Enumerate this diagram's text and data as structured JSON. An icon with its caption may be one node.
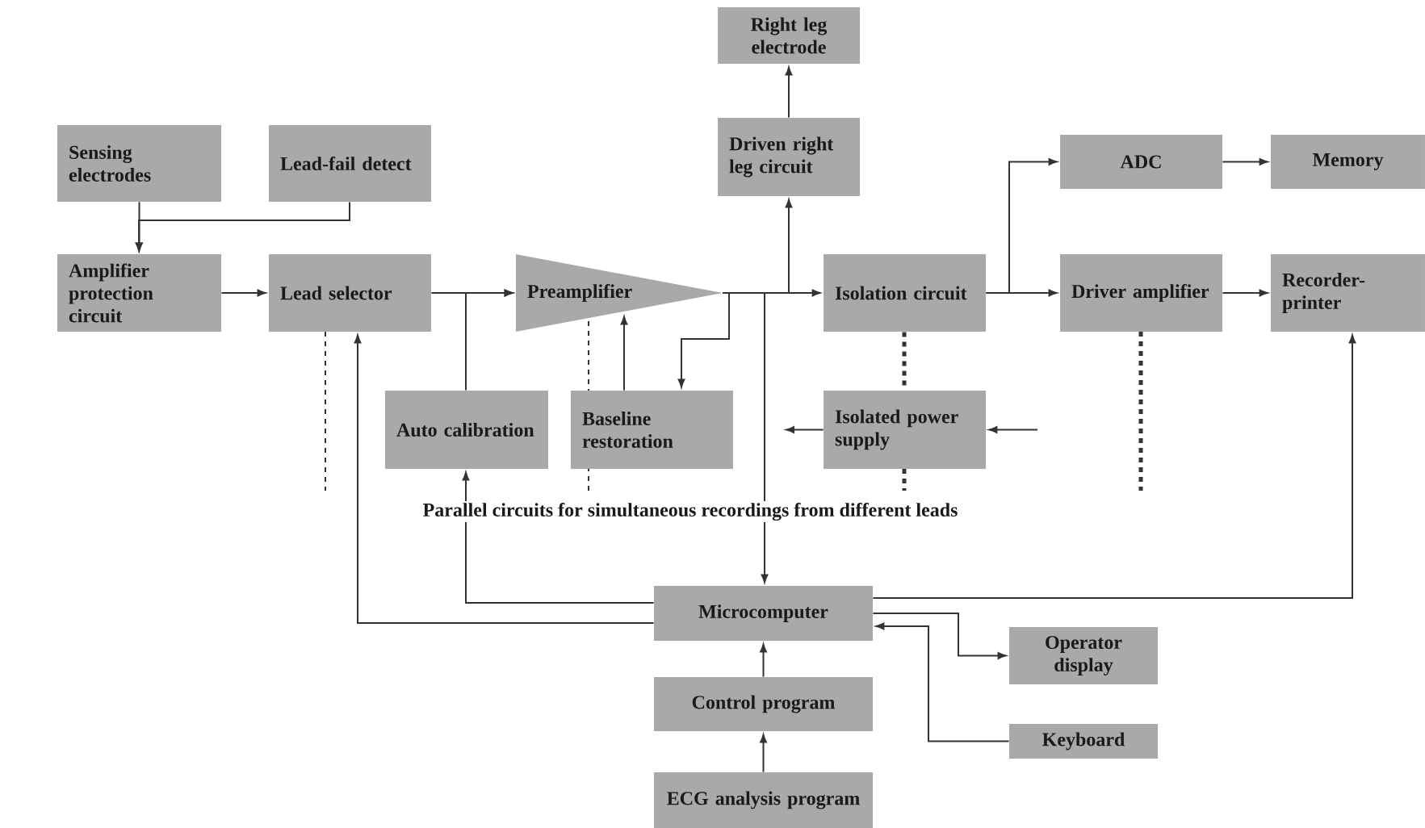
{
  "diagram": {
    "nodes": [
      {
        "text": [
          "Sensing electrodes"
        ]
      },
      {
        "text": [
          "Lead-fail detect"
        ]
      },
      {
        "text": [
          "Amplifier protection circuit"
        ]
      },
      {
        "text": [
          "Lead selector"
        ]
      },
      {
        "text": [
          "Preamplifier"
        ]
      },
      {
        "text": [
          "Right leg electrode"
        ]
      },
      {
        "text": [
          "Driven right leg circuit"
        ]
      },
      {
        "text": [
          "Isolation circuit"
        ]
      },
      {
        "text": [
          "ADC"
        ]
      },
      {
        "text": [
          "Memory"
        ]
      },
      {
        "text": [
          "Driver amplifier"
        ]
      },
      {
        "text": [
          "Recorder- printer"
        ]
      },
      {
        "text": [
          "Auto calibration"
        ]
      },
      {
        "text": [
          "Baseline restoration"
        ]
      },
      {
        "text": [
          "Isolated power supply"
        ]
      },
      {
        "text": [
          "Microcomputer"
        ]
      },
      {
        "text": [
          "Operator display"
        ]
      },
      {
        "text": [
          "Control program"
        ]
      },
      {
        "text": [
          "Keyboard"
        ]
      },
      {
        "text": [
          "ECG analysis program"
        ]
      }
    ],
    "edges": [
      {
        "from": 0,
        "to": 2,
        "arrow": "to"
      },
      {
        "from": 1,
        "to": 2,
        "arrow": "to"
      },
      {
        "from": 2,
        "to": 3,
        "arrow": "to"
      },
      {
        "from": 3,
        "to": 4,
        "arrow": "to"
      },
      {
        "from": 12,
        "to": 4,
        "arrow": "to"
      },
      {
        "from": 13,
        "to": 4,
        "arrow": "to"
      },
      {
        "from": 4,
        "to": 13,
        "arrow": "to"
      },
      {
        "from": 4,
        "to": 6,
        "arrow": "to"
      },
      {
        "from": 4,
        "to": 7,
        "arrow": "to"
      },
      {
        "from": 4,
        "to": 15,
        "arrow": "to"
      },
      {
        "from": 6,
        "to": 5,
        "arrow": "to"
      },
      {
        "from": 7,
        "to": 8,
        "arrow": "to"
      },
      {
        "from": 7,
        "to": 10,
        "arrow": "to"
      },
      {
        "from": 8,
        "to": 9,
        "arrow": "to"
      },
      {
        "from": 10,
        "to": 11,
        "arrow": "to"
      },
      {
        "from": 15,
        "to": 11,
        "arrow": "to"
      },
      {
        "from": 15,
        "to": 3,
        "arrow": "to"
      },
      {
        "from": 15,
        "to": 12,
        "arrow": "to"
      },
      {
        "from": 15,
        "to": 16,
        "arrow": "to"
      },
      {
        "from": 18,
        "to": 15,
        "arrow": "to"
      },
      {
        "from": 17,
        "to": 15,
        "arrow": "to"
      },
      {
        "from": 19,
        "to": 17,
        "arrow": "to"
      },
      {
        "from": 14,
        "to": null,
        "arrow": "to"
      },
      {
        "from": null,
        "to": 14,
        "arrow": "to"
      },
      {
        "from": 7,
        "to": 14,
        "arrow": "none",
        "style": "dashed"
      }
    ],
    "labels": [
      "Parallel circuits for simultaneous recordings from different leads"
    ]
  }
}
